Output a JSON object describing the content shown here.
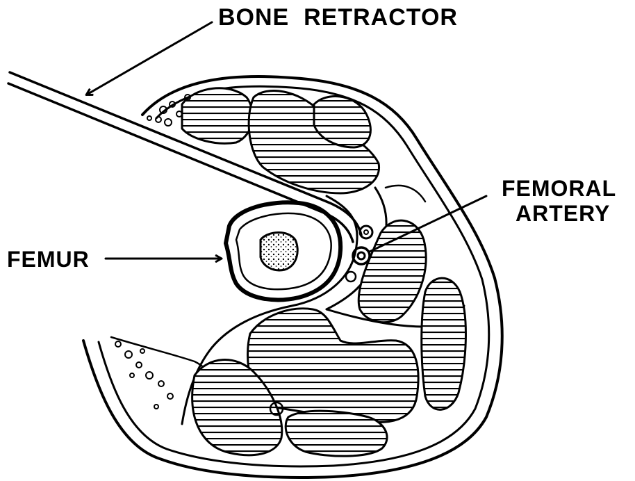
{
  "labels": {
    "bone_retractor": "BONE  RETRACTOR",
    "femoral_artery_line1": "FEMORAL",
    "femoral_artery_line2": "ARTERY",
    "femur": "FEMUR"
  },
  "colors": {
    "ink": "#000000",
    "paper": "#ffffff"
  }
}
